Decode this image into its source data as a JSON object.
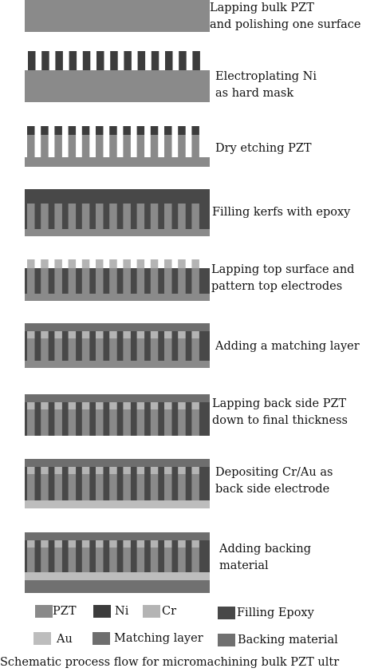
{
  "colors": {
    "pzt": "#8a8a8a",
    "ni": "#3c3c3c",
    "cr": "#b4b4b4",
    "epoxy": "#484848",
    "au": "#bdbdbd",
    "matching": "#6e6e6e",
    "backing": "#707070"
  },
  "steps": [
    {
      "label": "Lapping bulk PZT\nand polishing one surface"
    },
    {
      "label": "Electroplating Ni\nas hard mask"
    },
    {
      "label": "Dry etching PZT"
    },
    {
      "label": "Filling kerfs with epoxy"
    },
    {
      "label": "Lapping top surface and\npattern top electrodes"
    },
    {
      "label": "Adding a matching layer"
    },
    {
      "label": "Lapping back side PZT\ndown to final thickness"
    },
    {
      "label": "Depositing Cr/Au as\nback side electrode"
    },
    {
      "label": "Adding backing\nmaterial"
    }
  ],
  "legend": [
    {
      "key": "pzt",
      "label": "PZT"
    },
    {
      "key": "ni",
      "label": "Ni"
    },
    {
      "key": "cr",
      "label": "Cr"
    },
    {
      "key": "epoxy",
      "label": "Filling Epoxy"
    },
    {
      "key": "au",
      "label": "Au"
    },
    {
      "key": "matching",
      "label": "Matching layer"
    },
    {
      "key": "backing",
      "label": "Backing material"
    }
  ],
  "caption": "Schematic process flow for micromachining bulk PZT ultr"
}
